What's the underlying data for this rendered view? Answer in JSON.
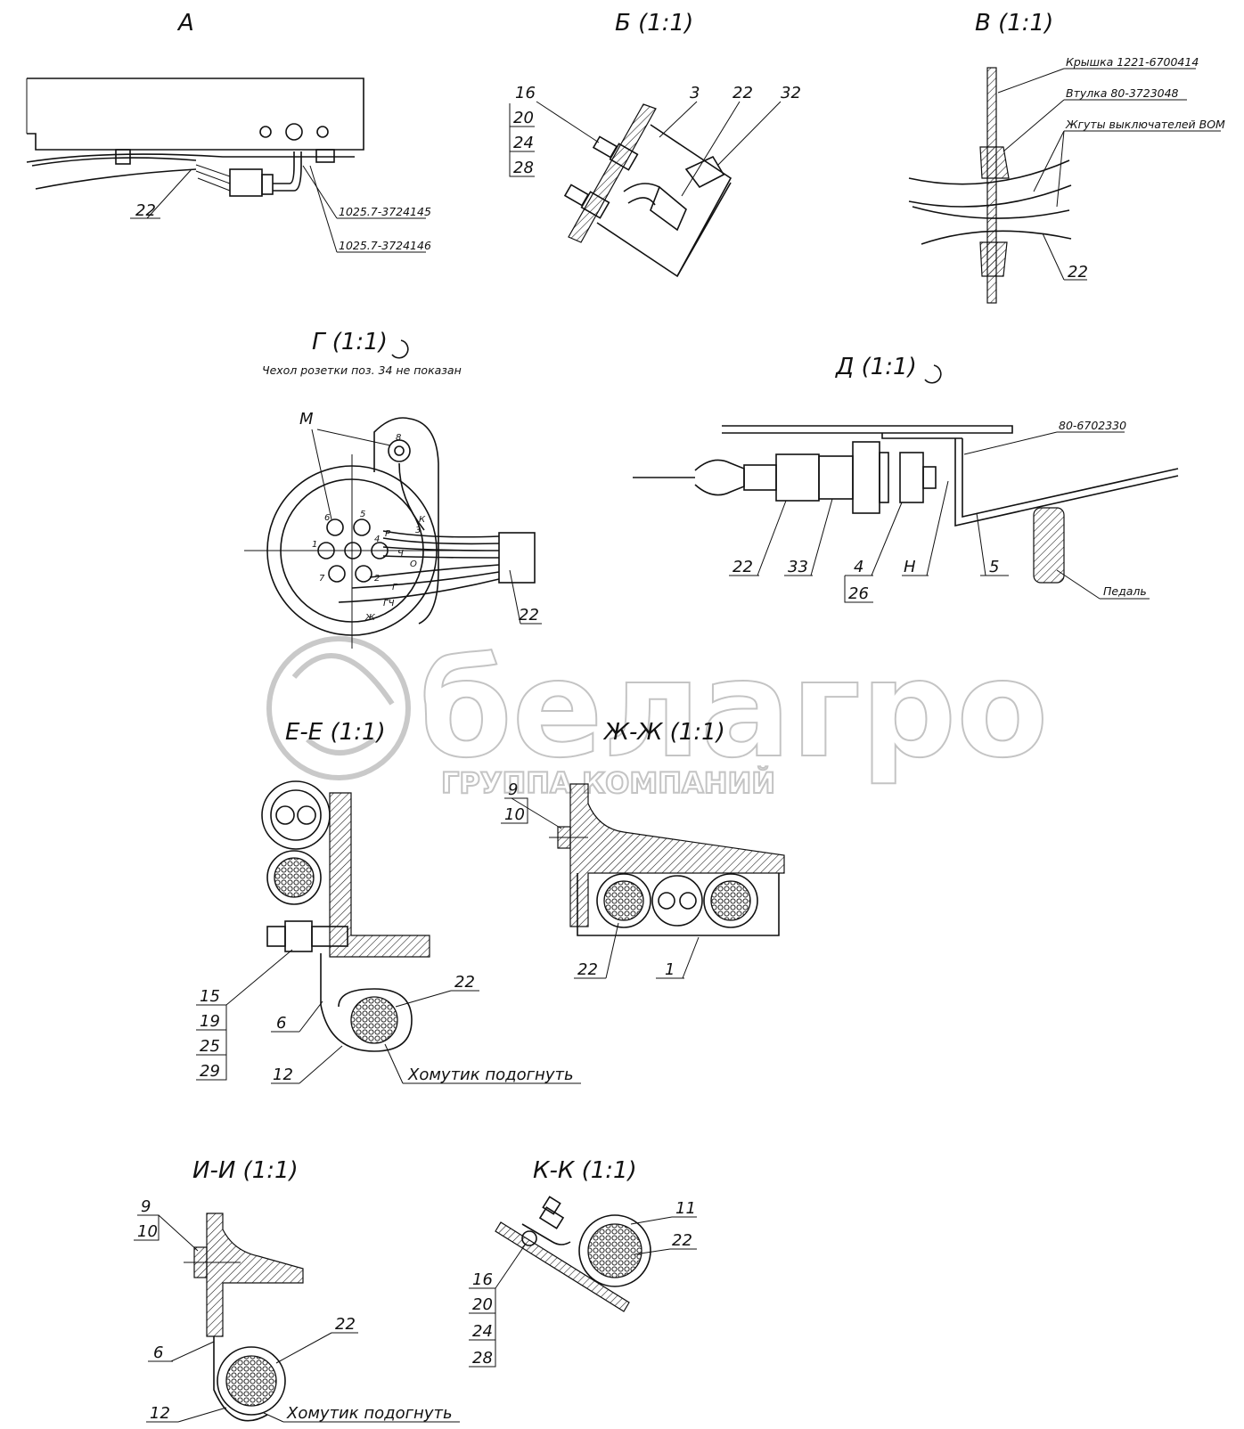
{
  "titles": {
    "A": "А",
    "B": "Б (1:1)",
    "V": "В (1:1)",
    "G": "Г (1:1)",
    "G_note": "Чехол розетки поз. 34 не показан",
    "D": "Д (1:1)",
    "EE": "Е-Е (1:1)",
    "ZhZh": "Ж-Ж (1:1)",
    "II": "И-И (1:1)",
    "KK": "К-К (1:1)"
  },
  "viewA": {
    "p22": "22",
    "part1": "1025.7-3724145",
    "part2": "1025.7-3724146"
  },
  "viewB": {
    "p16": "16",
    "p20": "20",
    "p24": "24",
    "p28": "28",
    "p3": "3",
    "p22": "22",
    "p32": "32"
  },
  "viewV": {
    "cover": "Крышка 1221-6700414",
    "sleeve": "Втулка 80-3723048",
    "harness": "Жгуты выключателей ВОМ",
    "p22": "22"
  },
  "viewG": {
    "M": "М",
    "p22": "22",
    "pins": {
      "p1": "1",
      "p2": "2",
      "p3": "3",
      "p4": "4",
      "p5": "5",
      "p6": "6",
      "p7": "7",
      "p8": "8"
    },
    "wires": {
      "K": "К",
      "Ch": "Ч",
      "O": "О",
      "R": "Р",
      "G": "Г",
      "Zh": "Ж",
      "Gch": "ГЧ"
    }
  },
  "viewD": {
    "part": "80-6702330",
    "p22": "22",
    "p33": "33",
    "p4": "4",
    "p26": "26",
    "N": "Н",
    "p5": "5",
    "pedal": "Педаль"
  },
  "viewEE": {
    "p15": "15",
    "p19": "19",
    "p25": "25",
    "p29": "29",
    "p6": "6",
    "p12": "12",
    "p22": "22",
    "note": "Хомутик подогнуть"
  },
  "viewZhZh": {
    "p9": "9",
    "p10": "10",
    "p22": "22",
    "p1": "1"
  },
  "viewII": {
    "p9": "9",
    "p10": "10",
    "p6": "6",
    "p12": "12",
    "p22": "22",
    "note": "Хомутик подогнуть"
  },
  "viewKK": {
    "p11": "11",
    "p22": "22",
    "p16": "16",
    "p20": "20",
    "p24": "24",
    "p28": "28"
  },
  "watermark": {
    "brand": "белагро",
    "sub": "ГРУППА КОМПАНИЙ"
  }
}
